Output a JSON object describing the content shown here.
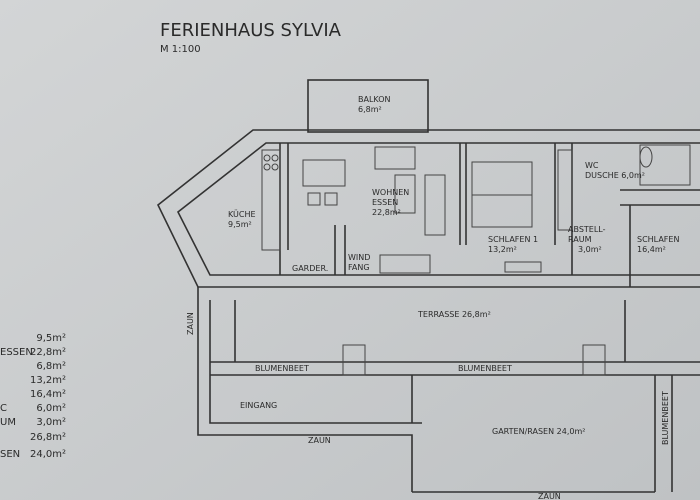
{
  "title": "FERIENHAUS SYLVIA",
  "scale": "M 1:100",
  "rooms": {
    "balkon": {
      "name": "BALKON",
      "area": "6,8m²"
    },
    "kueche": {
      "name": "KÜCHE",
      "area": "9,5m²"
    },
    "wohnen": {
      "name1": "WOHNEN",
      "name2": "ESSEN",
      "area": "22,8m²"
    },
    "garderobe": {
      "name": "GARDER."
    },
    "windfang": {
      "name1": "WIND",
      "name2": "FANG"
    },
    "schlafen1": {
      "name": "SCHLAFEN 1",
      "area": "13,2m²"
    },
    "wc": {
      "name1": "WC",
      "name2": "DUSCHE 6,0m²"
    },
    "abstell": {
      "name1": "ABSTELL-",
      "name2": "RAUM",
      "area": "3,0m²"
    },
    "schlafen2": {
      "name": "SCHLAFEN",
      "area": "16,4m²"
    },
    "terrasse": {
      "name": "TERRASSE 26,8m²"
    },
    "garten": {
      "name": "GARTEN/RASEN 24,0m²"
    },
    "eingang": {
      "name": "EINGANG"
    },
    "blumenbeet": "BLUMENBEET",
    "zaun": "ZAUN"
  },
  "area_list": [
    {
      "label": "",
      "value": "9,5m²"
    },
    {
      "label": "ESSEN",
      "value": "22,8m²"
    },
    {
      "label": "",
      "value": "6,8m²"
    },
    {
      "label": "",
      "value": "13,2m²"
    },
    {
      "label": "",
      "value": "16,4m²"
    },
    {
      "label": "C",
      "value": "6,0m²"
    },
    {
      "label": "UM",
      "value": "3,0m²"
    },
    {
      "label": "",
      "value": "26,8m²"
    },
    {
      "label": "SEN",
      "value": "24,0m²"
    }
  ]
}
